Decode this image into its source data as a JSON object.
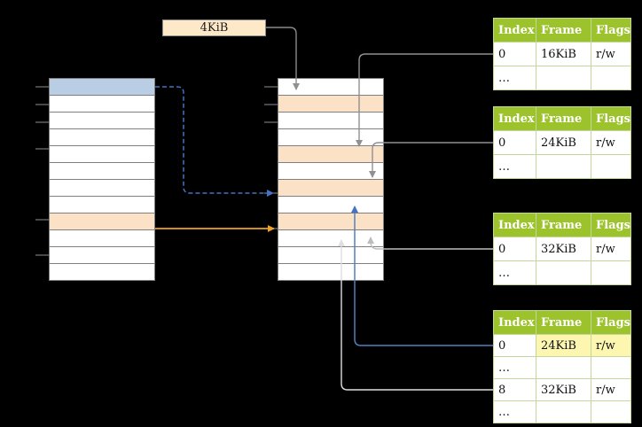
{
  "label_box": {
    "text": "4KiB"
  },
  "left_memory": {
    "rows": 12,
    "blue_rows": [
      0
    ],
    "peach_rows": [
      8
    ]
  },
  "middle_memory": {
    "rows": 12,
    "peach_rows": [
      1,
      4,
      6,
      8
    ]
  },
  "page_tables": [
    {
      "name": "page-table-1",
      "headers": [
        "Index",
        "Frame",
        "Flags"
      ],
      "rows": [
        {
          "cells": [
            "0",
            "16KiB",
            "r/w"
          ],
          "highlight": []
        },
        {
          "cells": [
            "…",
            "",
            ""
          ],
          "highlight": []
        }
      ]
    },
    {
      "name": "page-table-2",
      "headers": [
        "Index",
        "Frame",
        "Flags"
      ],
      "rows": [
        {
          "cells": [
            "0",
            "24KiB",
            "r/w"
          ],
          "highlight": []
        },
        {
          "cells": [
            "…",
            "",
            ""
          ],
          "highlight": []
        }
      ]
    },
    {
      "name": "page-table-3",
      "headers": [
        "Index",
        "Frame",
        "Flags"
      ],
      "rows": [
        {
          "cells": [
            "0",
            "32KiB",
            "r/w"
          ],
          "highlight": []
        },
        {
          "cells": [
            "…",
            "",
            ""
          ],
          "highlight": []
        }
      ]
    },
    {
      "name": "page-table-4",
      "headers": [
        "Index",
        "Frame",
        "Flags"
      ],
      "rows": [
        {
          "cells": [
            "0",
            "24KiB",
            "r/w"
          ],
          "highlight": [
            1,
            2
          ]
        },
        {
          "cells": [
            "…",
            "",
            ""
          ],
          "highlight": []
        },
        {
          "cells": [
            "8",
            "32KiB",
            "r/w"
          ],
          "highlight": []
        },
        {
          "cells": [
            "…",
            "",
            ""
          ],
          "highlight": []
        }
      ]
    }
  ],
  "colors": {
    "background": "#000000",
    "row_default": "#ffffff",
    "row_blue": "#b9cde5",
    "row_peach": "#fbe2c7",
    "label_box_bg": "#fde9c8",
    "table_header_bg": "#9dc32c",
    "table_border": "#c3d69b",
    "cell_highlight": "#fdf6b1",
    "arrow_gray": "#909090",
    "arrow_light_gray": "#bdbdbd",
    "arrow_white": "#dfdfdf",
    "arrow_blue": "#4472c4",
    "arrow_orange": "#efa126"
  }
}
